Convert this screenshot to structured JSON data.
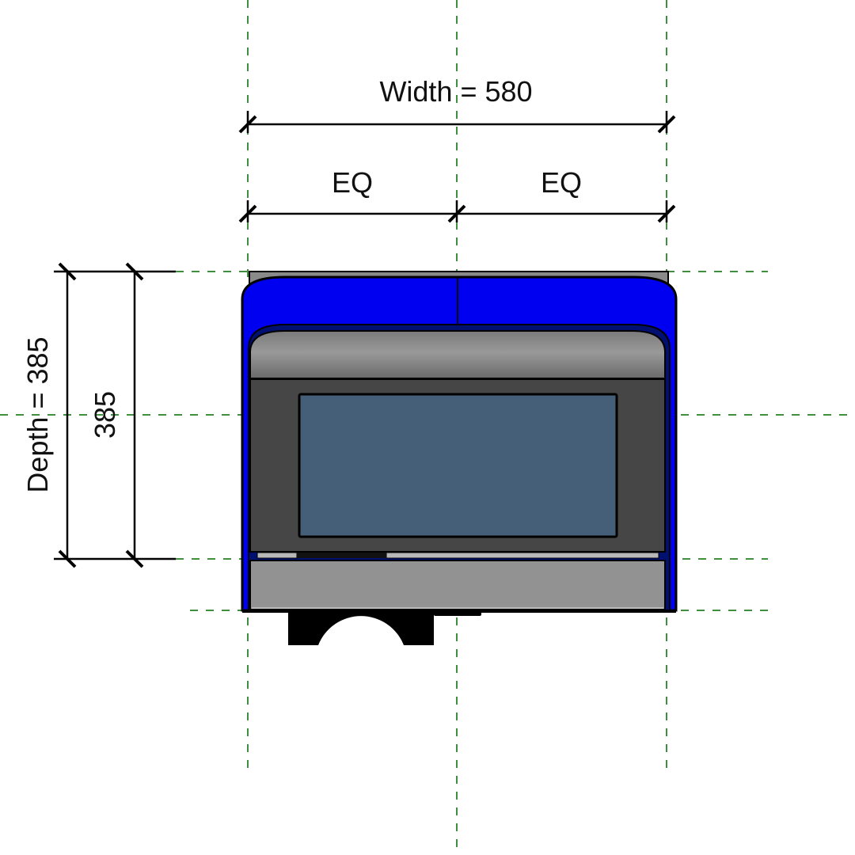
{
  "diagram": {
    "type": "cad-plan-view",
    "subject": "appliance top view with reference planes and dimensions",
    "colors": {
      "reference_plane": "#3f8f3f",
      "dimension_line": "#000000",
      "body_blue": "#0000f0",
      "body_gray_top": "#8a8a8a",
      "panel_dark": "#464646",
      "screen": "#465f78",
      "front_plate": "#929292",
      "foot": "#000000",
      "background": "#ffffff"
    }
  },
  "dimensions": {
    "width_label": "Width = 580",
    "eq_left_label": "EQ",
    "eq_right_label": "EQ",
    "depth_label": "Depth = 385",
    "depth_inner_label": "385"
  }
}
